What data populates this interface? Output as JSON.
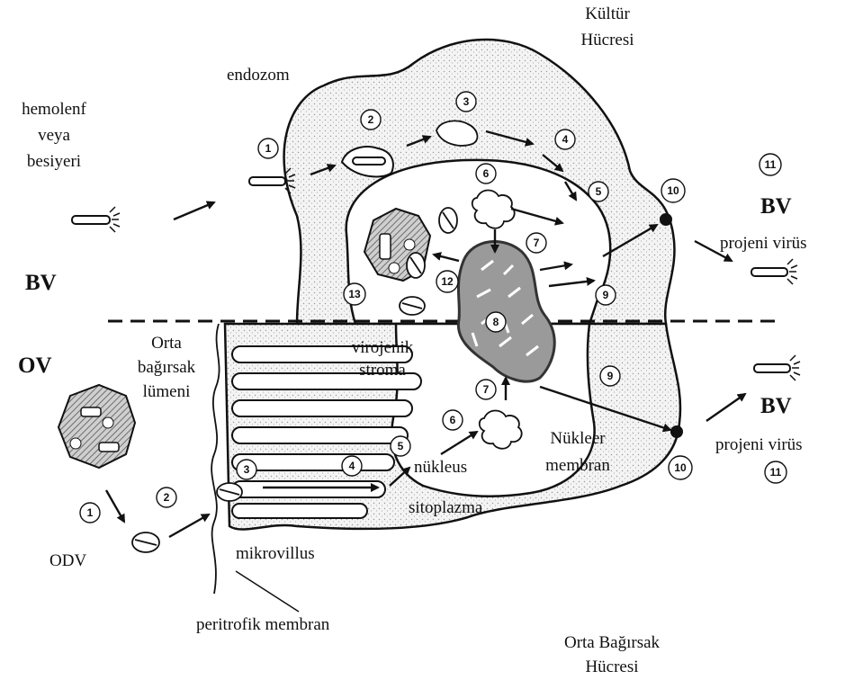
{
  "labels": {
    "kultur_hucresi": [
      "Kültür",
      "Hücresi"
    ],
    "orta_bagirsak_hucresi": [
      "Orta Bağırsak",
      "Hücresi"
    ],
    "hemolenf": [
      "hemolenf",
      "veya",
      "besiyeri"
    ],
    "endozom": "endozom",
    "bv_left": "BV",
    "ov": "OV",
    "orta_bagirsak_lumeni": [
      "Orta",
      "bağırsak",
      "lümeni"
    ],
    "odv": "ODV",
    "mikrovillus": "mikrovillus",
    "peritrofik_membran": "peritrofik membran",
    "virojenik_stroma": [
      "virojenik",
      "stroma"
    ],
    "nukleus": "nükleus",
    "sitoplazma": "sitoplazma",
    "nukleer_membran": [
      "Nükleer",
      "membran"
    ],
    "bv_top": "BV",
    "projeni_virus_top": "projeni virüs",
    "bv_bottom": "BV",
    "projeni_virus_bottom": "projeni virüs"
  },
  "step_markers": {
    "culture": [
      "1",
      "2",
      "3",
      "4",
      "5",
      "6",
      "7",
      "8",
      "9",
      "10",
      "11",
      "12",
      "13"
    ],
    "midgut": [
      "1",
      "2",
      "3",
      "4",
      "5",
      "6",
      "7",
      "9",
      "10",
      "11"
    ]
  },
  "colors": {
    "ink": "#111111",
    "stipple": "#c8c8c8",
    "stroma": "#8a8a8a",
    "polyhedron_hatch": "#555555"
  }
}
